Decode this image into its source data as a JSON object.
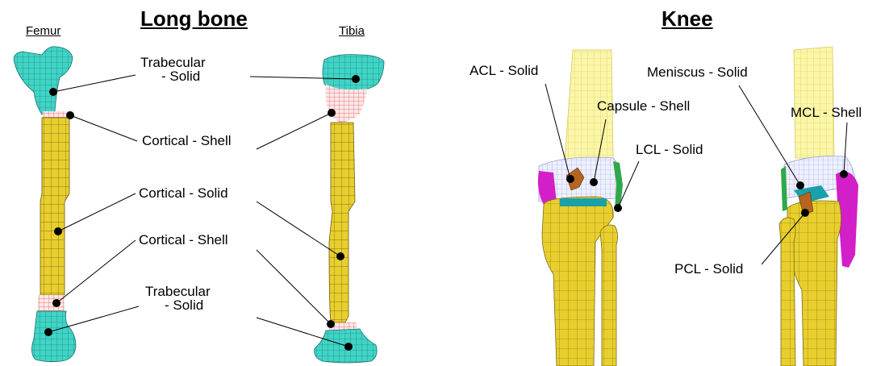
{
  "titles": {
    "long_bone": "Long bone",
    "knee": "Knee"
  },
  "bones": {
    "femur": "Femur",
    "tibia": "Tibia"
  },
  "long_bone_labels": {
    "trabecular_top_l1": "Trabecular",
    "trabecular_top_l2": "- Solid",
    "cortical_shell_top": "Cortical - Shell",
    "cortical_solid": "Cortical - Solid",
    "cortical_shell_bottom": "Cortical - Shell",
    "trabecular_bottom_l1": "Trabecular",
    "trabecular_bottom_l2": "- Solid"
  },
  "knee_labels": {
    "acl": "ACL - Solid",
    "capsule": "Capsule - Shell",
    "lcl": "LCL - Solid",
    "meniscus": "Meniscus - Solid",
    "mcl": "MCL - Shell",
    "pcl": "PCL - Solid"
  },
  "colors": {
    "cortical": "#e8cf2e",
    "trabecular": "#3fd4c6",
    "shell_mesh": "#e85555",
    "femur_mesh": "#fbf28a",
    "capsule_mesh": "#b9bde6",
    "acl": "#b5651d",
    "lcl": "#2ea84a",
    "mcl": "#d21fc8",
    "meniscus": "#1aa0a8",
    "leader": "#000000"
  }
}
